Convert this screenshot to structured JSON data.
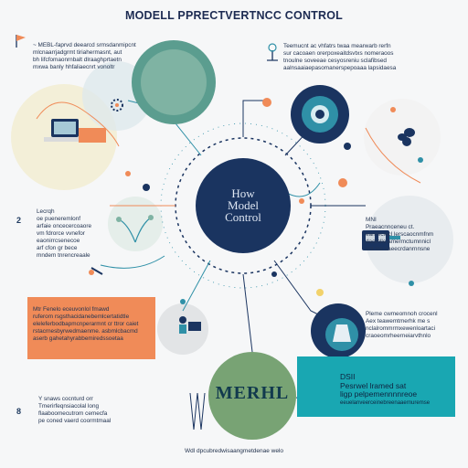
{
  "title": "MODELL PPRECTVERTNCC CONTROL",
  "center_label": [
    "How",
    "Model",
    "Control"
  ],
  "merhl_label": "MERHL",
  "footer": "Wdl dpcubredwisaangmetdenae welo",
  "blocks": {
    "top_left": [
      "~ MEBL-faprvd deearcd srmsdanmipcnt",
      "mlcnaarrjadgrmt tiriahermasnt, aut",
      "bh lifcfomaonrnbalt dlraaghprtaetn",
      "mxwa banly hhfaliaecnrt vonoltr"
    ],
    "top_right": [
      "Teemucnt ac vhfatrs twaa mearwarb rerfn",
      "sur cacoaen orerpoxeaitdsvtxs nomeraoos",
      "tnoulne soveeae cesyosreniu sclafibsed",
      "aalnsaaiaepasomanerspepoaaa lapsidaesa"
    ],
    "mid_left": [
      "Lecrqh",
      "oe pueneremlonf",
      "arfaie oncecercoaore",
      "vm fdrorce vvnefor",
      "eaonirrcsenecoe",
      "arf cfon gr bece",
      "mndem tnrencreaale"
    ],
    "mid_right": [
      "MNI",
      "Praeacnnceneu ct.",
      "eanreciecl lerscaocnmfnm",
      "daomlle amermctumnnicl",
      "cnt mo caeecrdanrnnsne"
    ],
    "orange_box": [
      "Mtr Fenelo eceuvonlol fmawd",
      "ruferom rsgsthacidanebemlcertatidtle",
      "eleleferbodbapmcnperarmnt cr ttror caiet",
      "rstacrnesbyrwedmaenme. asbmlcbacmd",
      "aserb gahetahyrabbemiredssoetaa"
    ],
    "right_mid": [
      "Pleme cwmeomnoh crocenl",
      "Aex teawemtmerhk me s",
      "nclalrommrmxewenloartaci",
      "craoeomrheerneiarvthnlo"
    ],
    "bottom_left": [
      "Y snaws cocnturd orr",
      "Tmerirfeqnsiacolal long",
      "flaaboomecutrom cemecfa",
      "pe coned vaerd coormtmaal"
    ],
    "teal_box": [
      "DSII",
      "Pesrwel lramed sat",
      "ligp pelpemennnnreoe",
      "eeuelanveerceinebreenaaernuremse"
    ]
  },
  "numbers": [
    "2",
    "8"
  ],
  "colors": {
    "navy": "#1a3460",
    "teal": "#19a7b2",
    "orange": "#f08b58",
    "green": "#78a374"
  },
  "icons": [
    "flag-icon",
    "settings-icon",
    "computer-icon",
    "eye-icon",
    "gear-icon",
    "robot-icon",
    "flask-icon",
    "pen-icon",
    "plant-icon",
    "person-icon",
    "device-icon",
    "cloud-icon"
  ]
}
